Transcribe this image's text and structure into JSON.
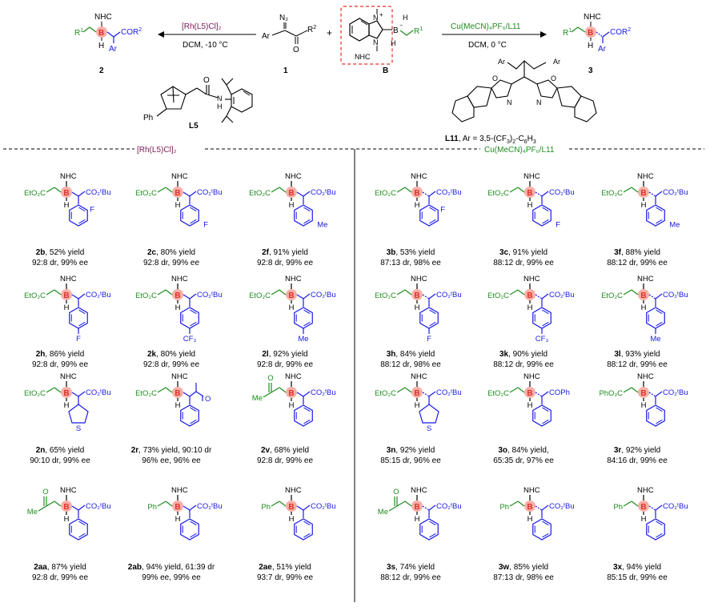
{
  "colors": {
    "green": "#1e8c1e",
    "blue": "#1a1ae6",
    "purple": "#7a1a55",
    "boron_highlight": "#f6b0a8",
    "boron_text": "#e0302a",
    "nhc_box": "#e0302a"
  },
  "scheme": {
    "left_condition_top": "[Rh(L5)Cl]₂",
    "left_condition_bottom": "DCM, -10 °C",
    "right_condition_top": "Cu(MeCN)₄PF₆/L11",
    "right_condition_bottom": "DCM, 0 °C",
    "compound_labels": {
      "product_left": "2",
      "diazo": "1",
      "nhc_borane": "B",
      "product_right": "3"
    },
    "plus": "+",
    "nhc_label": "NHC",
    "ligand_l5_label": "L5",
    "ligand_l5_ph": "Ph",
    "ligand_l11_label": "L11, Ar = 3,5-(CF₃)₂-C₆H₃",
    "diazo_n2": "N₂",
    "diazo_ar": "Ar",
    "diazo_r2": "R²",
    "diazo_o": "O"
  },
  "sections": {
    "left_header": "[Rh(L5)Cl]₂",
    "right_header": "Cu(MeCN)₄PF₆/L11"
  },
  "left_products": [
    {
      "id": "2b",
      "line1": "2b, 52% yield",
      "line2": "92:8 dr, 99% ee",
      "left": "EtO₂C",
      "right": "CO₂ᵗBu",
      "sub": "2-F"
    },
    {
      "id": "2c",
      "line1": "2c, 80% yield",
      "line2": "92:8 dr, 99% ee",
      "left": "EtO₂C",
      "right": "CO₂ᵗBu",
      "sub": "3-F"
    },
    {
      "id": "2f",
      "line1": "2f, 91% yield",
      "line2": "92:8 dr, 99% ee",
      "left": "EtO₂C",
      "right": "CO₂ᵗBu",
      "sub": "3-Me"
    },
    {
      "id": "2h",
      "line1": "2h, 86% yield",
      "line2": "92:8 dr, 99% ee",
      "left": "EtO₂C",
      "right": "CO₂ᵗBu",
      "sub": "4-F"
    },
    {
      "id": "2k",
      "line1": "2k, 80% yield",
      "line2": "92:8 dr, 99% ee",
      "left": "EtO₂C",
      "right": "CO₂ᵗBu",
      "sub": "4-CF₃"
    },
    {
      "id": "2l",
      "line1": "2l, 92% yield",
      "line2": "92:8 dr, 99% ee",
      "left": "EtO₂C",
      "right": "CO₂ᵗBu",
      "sub": "4-Me"
    },
    {
      "id": "2n",
      "line1": "2n, 65% yield",
      "line2": "90:10 dr, 99% ee",
      "left": "EtO₂C",
      "right": "CO₂ᵗBu",
      "sub": "thienyl"
    },
    {
      "id": "2r",
      "line1": "2r, 73% yield, 90:10 dr",
      "line2": "96% ee, 96% ee",
      "left": "EtO₂C",
      "right": "ketone",
      "sub": "Ph"
    },
    {
      "id": "2v",
      "line1": "2v, 68% yield",
      "line2": "92:8 dr, 99% ee",
      "left": "Me",
      "right": "CO₂ᵗBu",
      "sub": "Ph"
    },
    {
      "id": "2aa",
      "line1": "2aa, 87% yield",
      "line2": "92:8 dr, 99% ee",
      "left": "Me",
      "right": "CO₂ᵗBu",
      "sub": "Ph"
    },
    {
      "id": "2ab",
      "line1": "2ab, 94% yield, 61:39 dr",
      "line2": "99% ee, 99% ee",
      "left": "Ph",
      "right": "CO₂ᵗBu",
      "sub": "Ph"
    },
    {
      "id": "2ae",
      "line1": "2ae, 51% yield",
      "line2": "93:7 dr, 99% ee",
      "left": "Ph",
      "right": "CO₂ᵗBu",
      "sub": "Ph"
    }
  ],
  "right_products": [
    {
      "id": "3b",
      "line1": "3b, 53% yield",
      "line2": "87:13 dr, 98% ee",
      "left": "EtO₂C",
      "right": "CO₂ᵗBu",
      "sub": "2-F"
    },
    {
      "id": "3c",
      "line1": "3c, 91% yield",
      "line2": "88:12 dr, 99% ee",
      "left": "EtO₂C",
      "right": "CO₂ᵗBu",
      "sub": "3-F"
    },
    {
      "id": "3f",
      "line1": "3f, 88% yield",
      "line2": "88:12 dr, 99% ee",
      "left": "EtO₂C",
      "right": "CO₂ᵗBu",
      "sub": "3-Me"
    },
    {
      "id": "3h",
      "line1": "3h, 84% yield",
      "line2": "88:12 dr, 98% ee",
      "left": "EtO₂C",
      "right": "CO₂ᵗBu",
      "sub": "4-F"
    },
    {
      "id": "3k",
      "line1": "3k, 90% yield",
      "line2": "88:12 dr, 99% ee",
      "left": "EtO₂C",
      "right": "CO₂ᵗBu",
      "sub": "4-CF₃"
    },
    {
      "id": "3l",
      "line1": "3l, 93% yield",
      "line2": "88:12 dr, 99% ee",
      "left": "EtO₂C",
      "right": "CO₂ᵗBu",
      "sub": "4-Me"
    },
    {
      "id": "3n",
      "line1": "3n, 92% yield",
      "line2": "85:15 dr, 96% ee",
      "left": "EtO₂C",
      "right": "CO₂ᵗBu",
      "sub": "thienyl"
    },
    {
      "id": "3o",
      "line1": "3o, 84% yield,",
      "line2": "65:35 dr, 97% ee",
      "left": "EtO₂C",
      "right": "COPh",
      "sub": "Ph"
    },
    {
      "id": "3r",
      "line1": "3r, 92% yield",
      "line2": "84:16 dr, 99% ee",
      "left": "PhO₂C",
      "right": "CO₂ᵗBu",
      "sub": "Ph"
    },
    {
      "id": "3s",
      "line1": "3s, 74% yield",
      "line2": "88:12 dr, 99% ee",
      "left": "Me",
      "right": "CO₂ᵗBu",
      "sub": "Ph"
    },
    {
      "id": "3w",
      "line1": "3w, 85% yield",
      "line2": "87:13 dr, 98% ee",
      "left": "Ph",
      "right": "CO₂ᵗBu",
      "sub": "Ph"
    },
    {
      "id": "3x",
      "line1": "3x, 94% yield",
      "line2": "85:15 dr, 99% ee",
      "left": "Ph",
      "right": "CO₂ᵗBu",
      "sub": "Ph"
    }
  ],
  "atoms": {
    "nhc": "NHC",
    "b": "B",
    "h": "H",
    "f": "F",
    "me": "Me",
    "cf3": "CF₃",
    "s": "S",
    "o": "O"
  }
}
